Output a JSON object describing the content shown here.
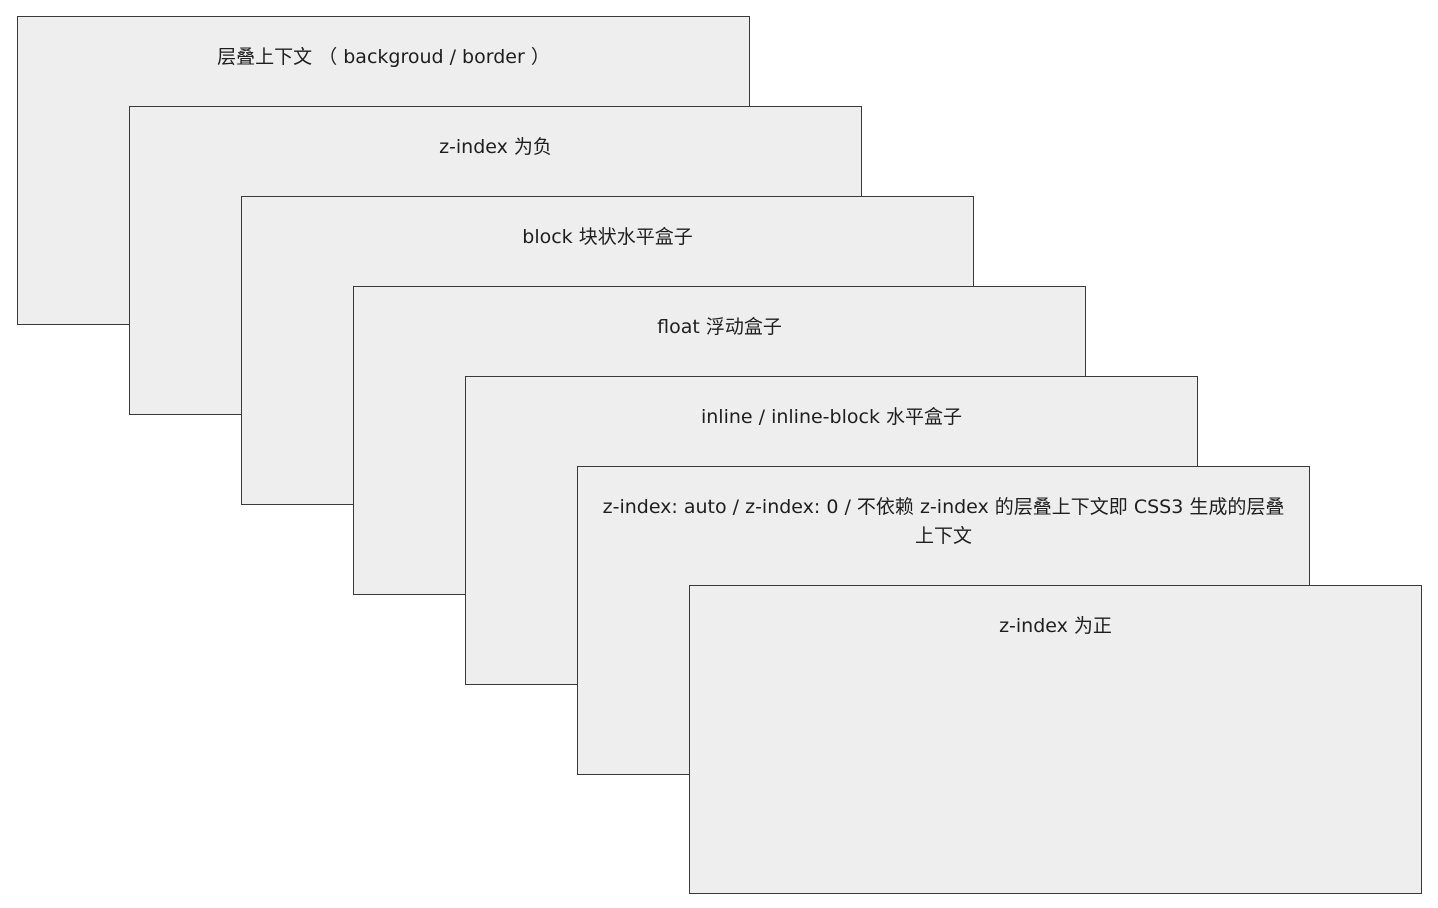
{
  "layers": [
    {
      "label": "层叠上下文 （ backgroud / border ）"
    },
    {
      "label": "z-index 为负"
    },
    {
      "label": "block 块状水平盒子"
    },
    {
      "label": "float 浮动盒子"
    },
    {
      "label": "inline / inline-block 水平盒子"
    },
    {
      "label": "z-index: auto / z-index: 0 / 不依赖 z-index 的层叠上下文即 CSS3 生成的层叠上下文"
    },
    {
      "label": "z-index 为正"
    }
  ]
}
